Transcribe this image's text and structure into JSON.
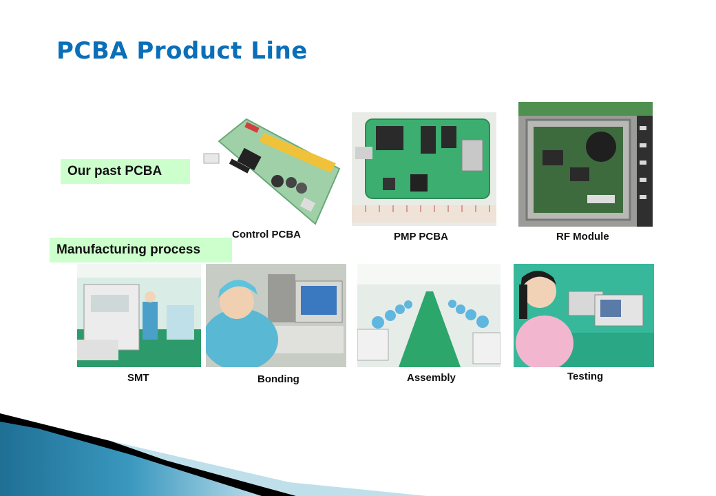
{
  "slide": {
    "title": "PCBA Product Line"
  },
  "sections": {
    "past": "Our past PCBA",
    "process": "Manufacturing process"
  },
  "products": [
    {
      "caption": "Control  PCBA",
      "image": "control-pcba-photo"
    },
    {
      "caption": "PMP  PCBA",
      "image": "pmp-pcba-photo"
    },
    {
      "caption": "RF Module",
      "image": "rf-module-photo"
    }
  ],
  "process": [
    {
      "caption": "SMT",
      "image": "smt-photo"
    },
    {
      "caption": "Bonding",
      "image": "bonding-photo"
    },
    {
      "caption": "Assembly",
      "image": "assembly-photo"
    },
    {
      "caption": "Testing",
      "image": "testing-photo"
    }
  ],
  "colors": {
    "title": "#0a6fb8",
    "tag_background": "#ccffcc",
    "swoosh_dark": "#000000",
    "swoosh_blue": "#2a7fa3"
  }
}
